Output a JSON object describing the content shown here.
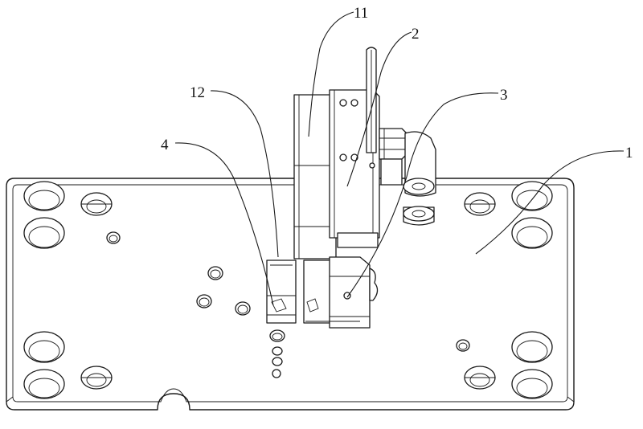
{
  "figure": {
    "callouts": [
      {
        "id": "1",
        "label": "1"
      },
      {
        "id": "2",
        "label": "2"
      },
      {
        "id": "3",
        "label": "3"
      },
      {
        "id": "4",
        "label": "4"
      },
      {
        "id": "11",
        "label": "11"
      },
      {
        "id": "12",
        "label": "12"
      }
    ]
  }
}
